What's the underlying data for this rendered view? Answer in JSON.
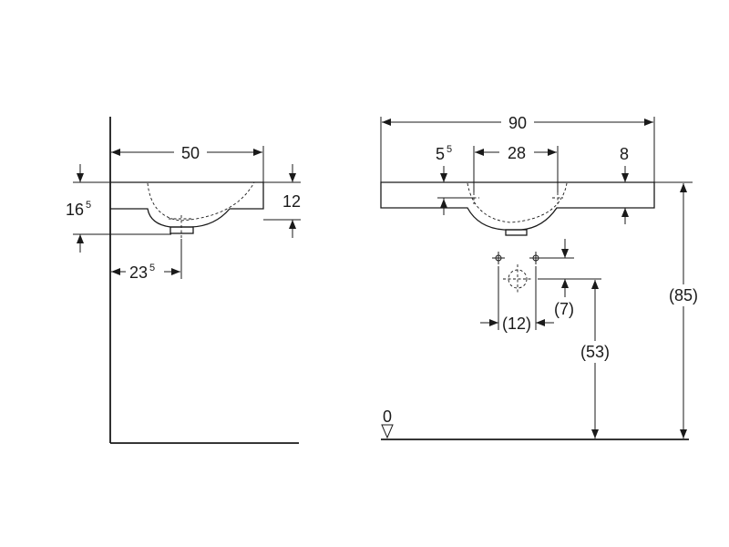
{
  "side_view": {
    "width": "50",
    "height_main": "16",
    "height_sup": "5",
    "thickness": "12",
    "drain_main": "23",
    "drain_sup": "5"
  },
  "front_view": {
    "width": "90",
    "edge_main": "5",
    "edge_sup": "5",
    "tap_spacing": "28",
    "rim": "8",
    "total_height": "(85)",
    "drain_height": "(53)",
    "pipe_spacing": "(12)",
    "pipe_offset": "(7)",
    "floor_level": "0"
  }
}
